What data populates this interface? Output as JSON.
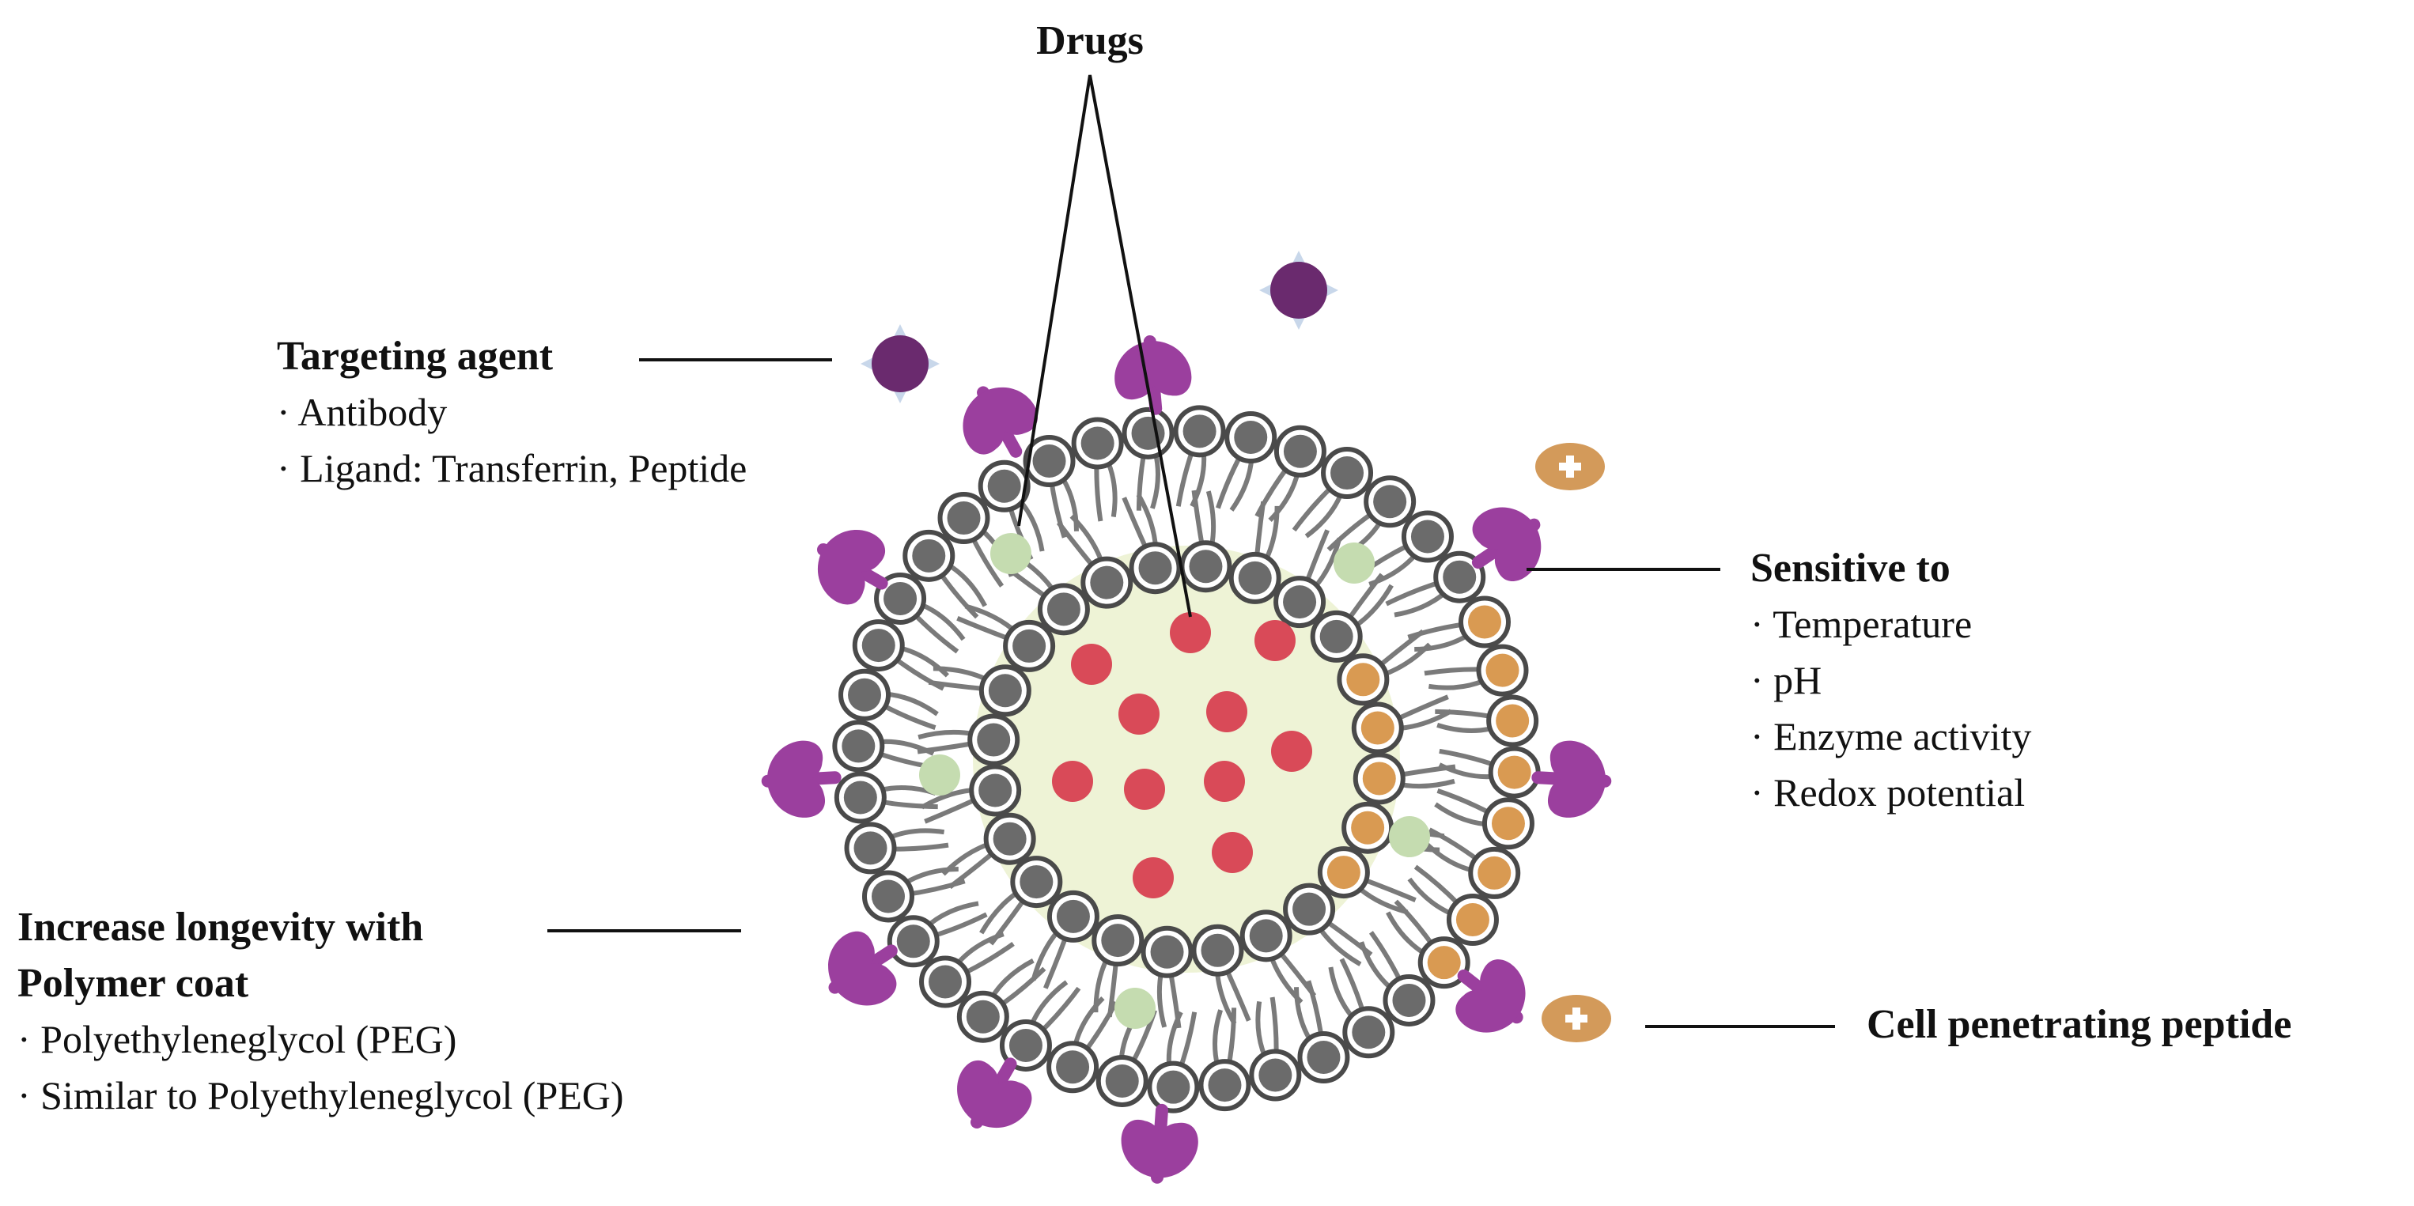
{
  "labels": {
    "drugs": "Drugs",
    "targeting": {
      "heading": "Targeting agent",
      "items": [
        "· Antibody",
        "· Ligand: Transferrin, Peptide"
      ]
    },
    "sensitive": {
      "heading": "Sensitive to",
      "items": [
        "· Temperature",
        "· pH",
        "· Enzyme activity",
        "· Redox potential"
      ]
    },
    "longevity": {
      "heading_line1": "Increase longevity with",
      "heading_line2": "Polymer coat",
      "items": [
        "· Polyethyleneglycol (PEG)",
        "· Similar to Polyethyleneglycol (PEG)"
      ]
    },
    "cpp": "Cell penetrating peptide"
  },
  "colors": {
    "lipid_head": "#6b6b6b",
    "lipid_head_outline": "#4a4a4a",
    "lipid_tail": "#7a7a7a",
    "core": "#eef3d6",
    "drug": "#d94a58",
    "membrane_drug": "#c5dcb0",
    "sensitive_head": "#d99a52",
    "peg": "#9b3f9e",
    "antibody": "#6a2a6e",
    "cpp": "#d39a5a"
  },
  "icons": [
    "antibody-icon",
    "peg-polymer-icon",
    "cell-penetrating-peptide-icon",
    "lipid-head-icon",
    "drug-molecule-icon"
  ]
}
